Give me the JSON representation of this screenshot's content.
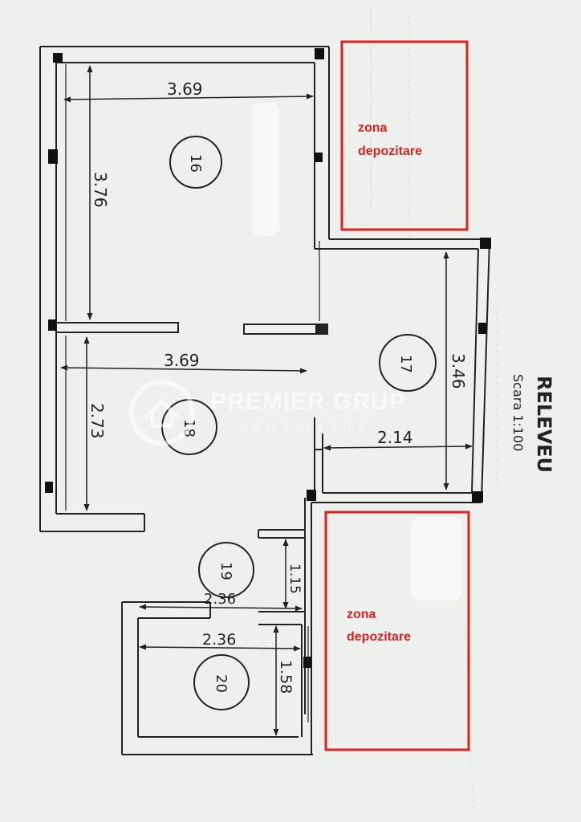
{
  "rooms": [
    {
      "number": "16",
      "width": "3.69",
      "length": "3.76"
    },
    {
      "number": "17",
      "length": "3.46",
      "width": "2.14"
    },
    {
      "number": "18",
      "width": "3.69",
      "length": "2.73"
    },
    {
      "number": "19",
      "length": "1.15",
      "width": "2.36"
    },
    {
      "number": "20",
      "width": "2.36",
      "length": "1.58"
    }
  ],
  "storage_zones": [
    {
      "line1": "zona",
      "line2": "depozitare"
    },
    {
      "line1": "zona",
      "line2": "depozitare"
    }
  ],
  "stamp": {
    "title": "RELEVEU",
    "scale": "Scara 1:100"
  },
  "watermark": {
    "brand": "PREMIER GRUP",
    "sub": "IMOBILIARE"
  },
  "colors": {
    "zone_red": "#e02020",
    "wall": "#222222",
    "paper": "#eef0ee"
  }
}
